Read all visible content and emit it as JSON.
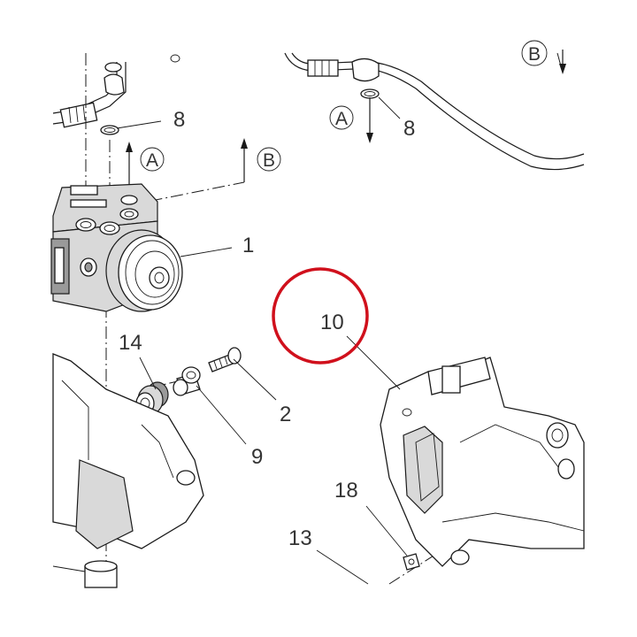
{
  "highlight_color": "#d0101c",
  "callouts": {
    "c1": "1",
    "c2": "2",
    "c8a": "8",
    "c8b": "8",
    "c9": "9",
    "c10": "10",
    "c13": "13",
    "c14": "14",
    "c18": "18"
  },
  "ref_markers": {
    "a_left": "A",
    "b_left": "B",
    "a_right": "A",
    "b_right": "B"
  }
}
